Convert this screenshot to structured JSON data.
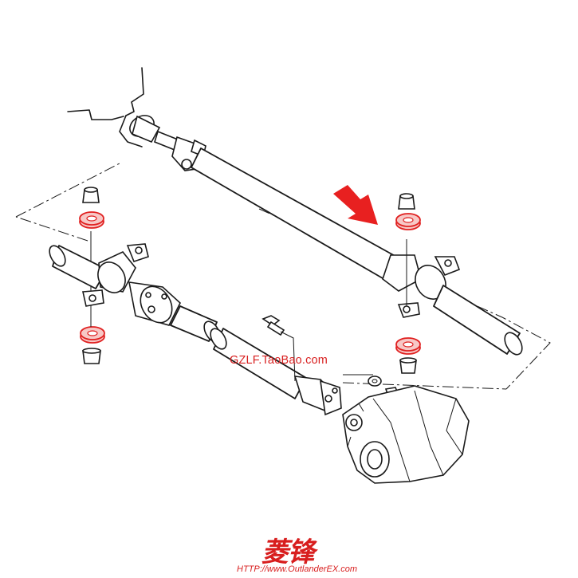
{
  "watermark": {
    "text": "GZLF.TaoBao.com",
    "color": "#d81e1e"
  },
  "logo": {
    "brand_text": "菱锋",
    "url_text": "HTTP://www.OutlanderEX.com",
    "color": "#d81e1e"
  },
  "callout": {
    "arrow_color": "#e82020",
    "highlight_color": "#e02020"
  }
}
